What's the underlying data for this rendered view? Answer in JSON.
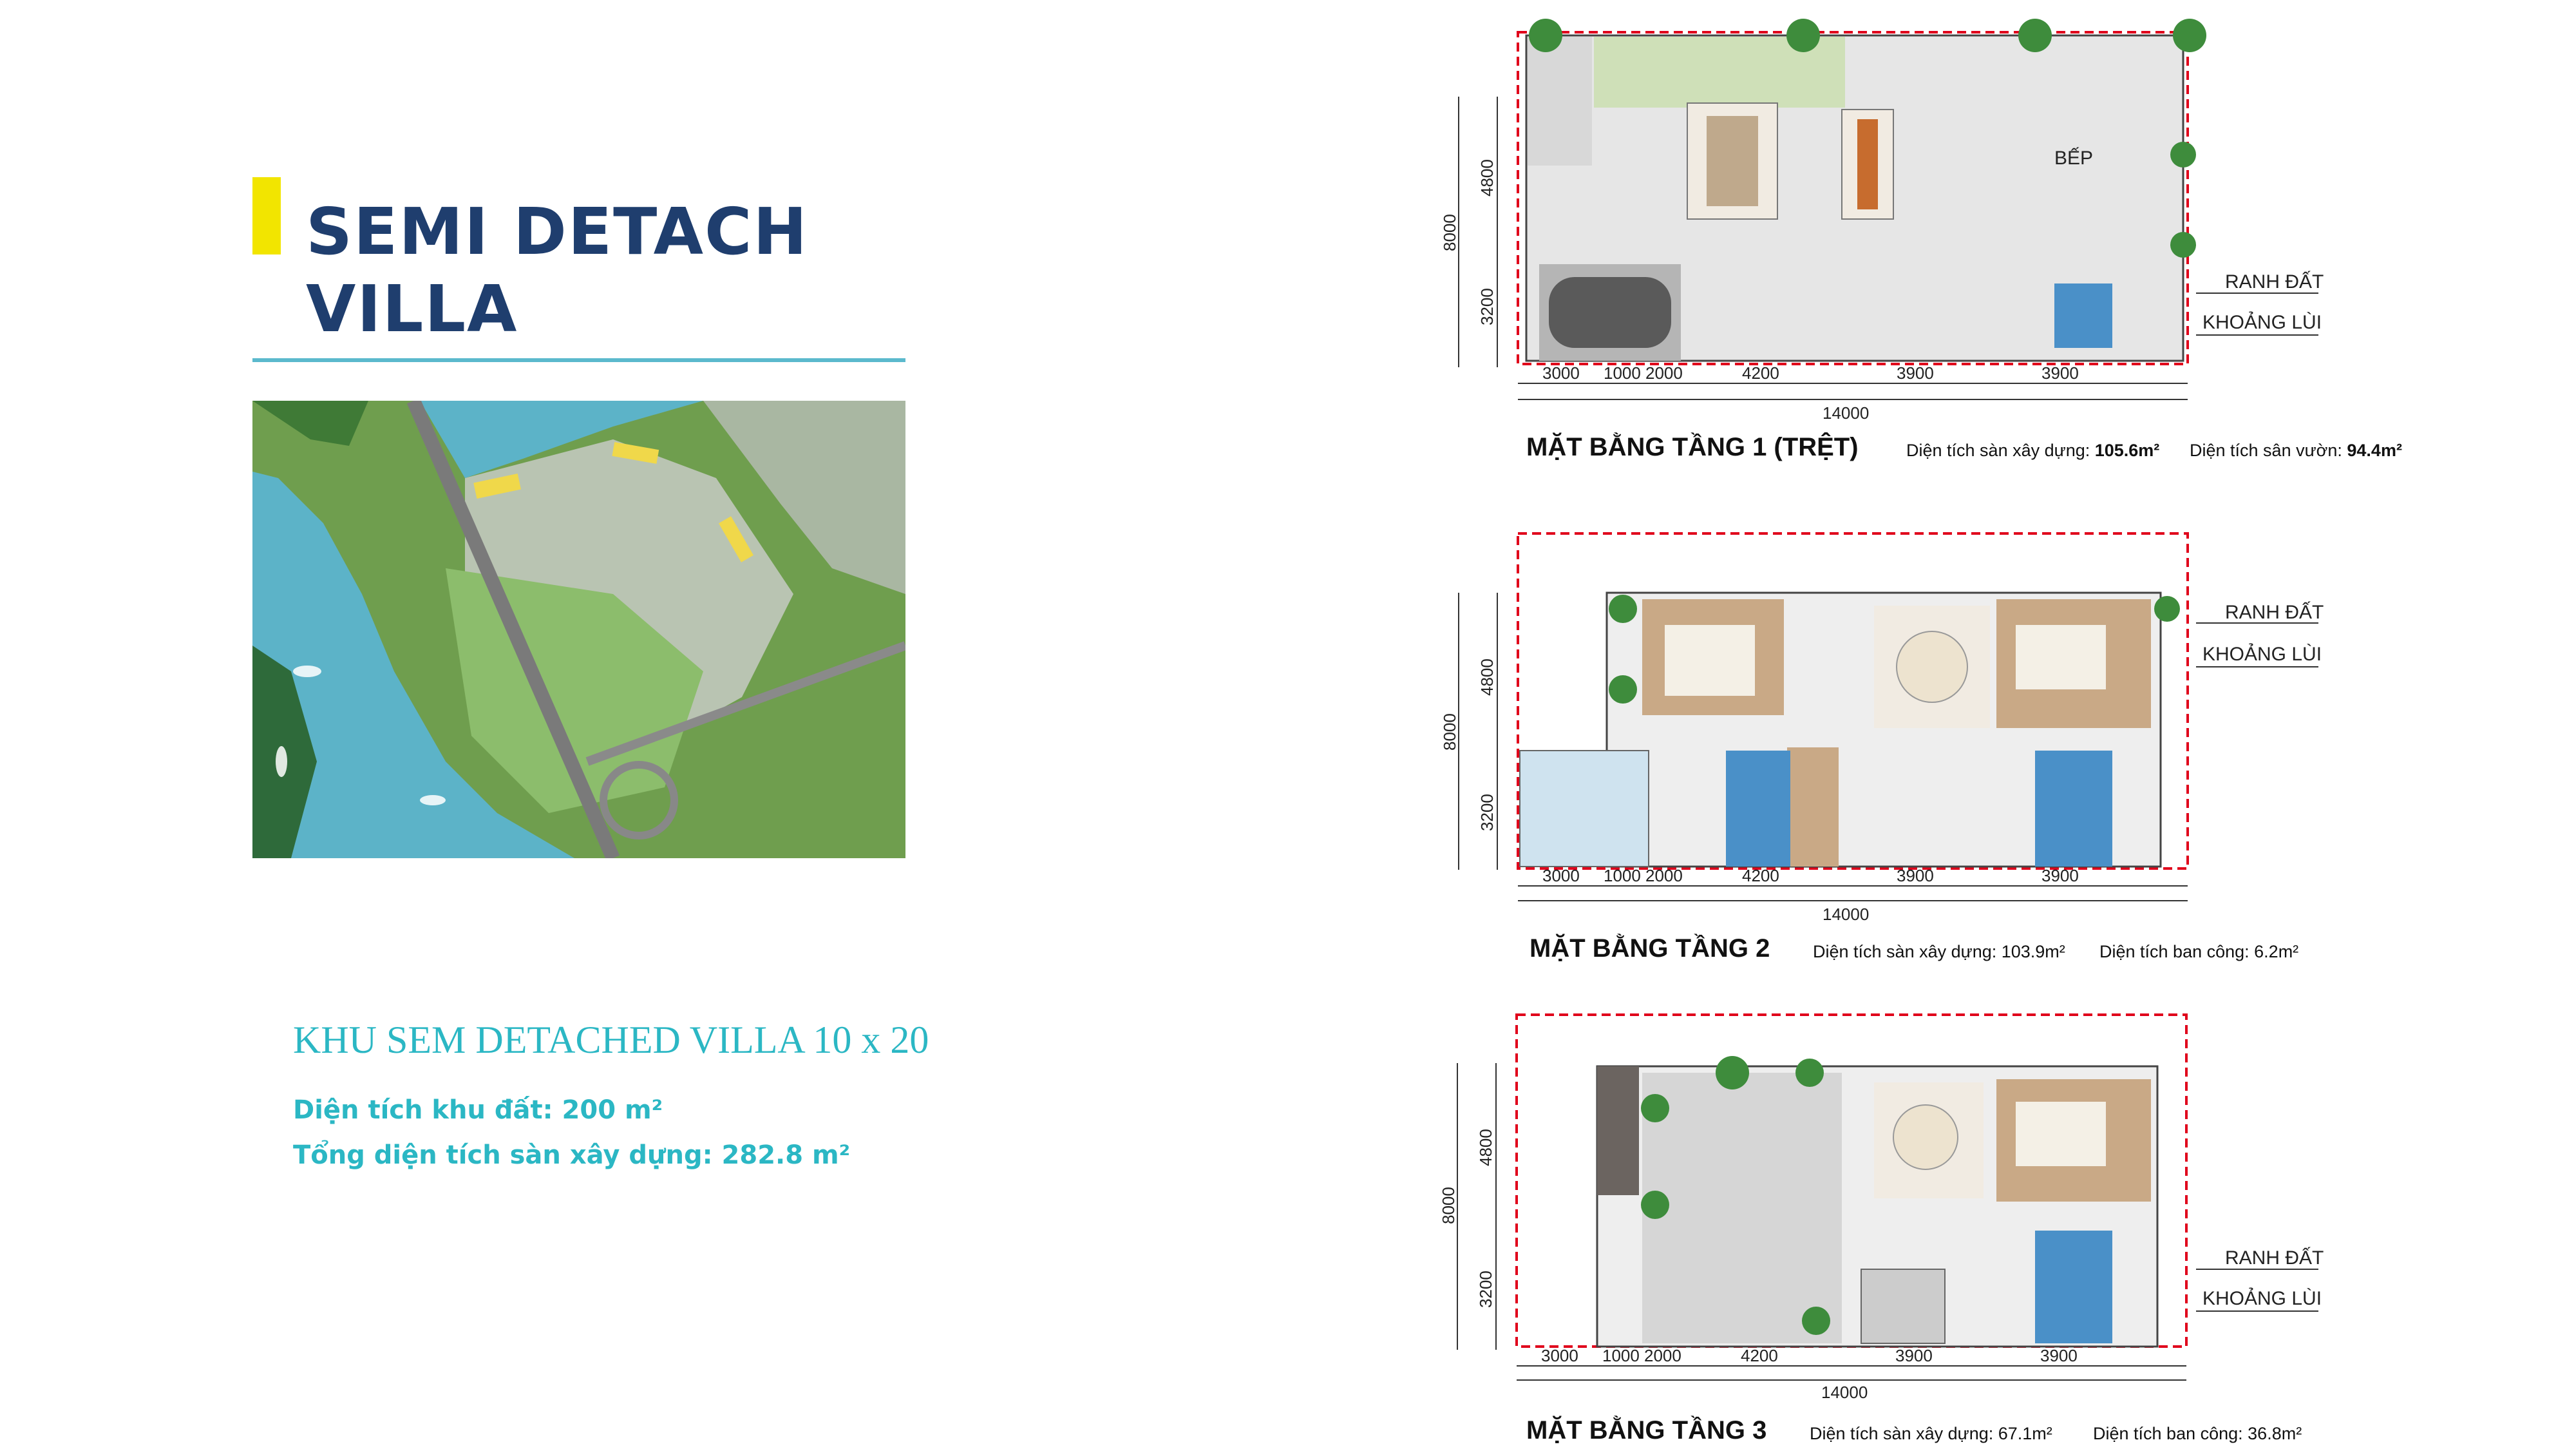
{
  "title": {
    "line1": "SEMI DETACH",
    "line2": "VILLA"
  },
  "heading": "KHU SEM DETACHED VILLA 10 x 20",
  "land_area": "Diện tích khu đất: 200 m²",
  "floor_area": "Tổng diện tích sàn xây dựng: 282.8 m²",
  "colors": {
    "accent": "#f2e500",
    "title": "#1f3e6e",
    "teal": "#2bb7c4",
    "boundary": "#e0001b"
  },
  "plans": [
    {
      "title": "MẶT BẰNG TẦNG 1 (TRỆT)",
      "stat1_label": "Diện tích sàn xây dựng: ",
      "stat1_value": "105.6m²",
      "stat2_label": "Diện tích sân vườn: ",
      "stat2_value": "94.4m²",
      "room_label": "BẾP",
      "tag1": "RANH ĐẤT",
      "tag2": "KHOẢNG LÙI",
      "dims_x": [
        "3000",
        "1000",
        "2000",
        "4200",
        "3900",
        "3900"
      ],
      "total": "14000",
      "dims_y": [
        "4800",
        "3200"
      ],
      "total_y": "8000"
    },
    {
      "title": "MẶT BẰNG TẦNG 2",
      "stat1_label": "Diện tích sàn xây dựng: ",
      "stat1_value": "103.9m²",
      "stat2_label": "Diện tích ban công: ",
      "stat2_value": "6.2m²",
      "tag1": "RANH ĐẤT",
      "tag2": "KHOẢNG LÙI",
      "dims_x": [
        "3000",
        "1000",
        "2000",
        "4200",
        "3900",
        "3900"
      ],
      "total": "14000",
      "dims_y": [
        "4800",
        "3200"
      ],
      "total_y": "8000"
    },
    {
      "title": "MẶT BẰNG TẦNG 3",
      "stat1_label": "Diện tích sàn xây dựng: ",
      "stat1_value": "67.1m²",
      "stat2_label": "Diện tích ban công: ",
      "stat2_value": "36.8m²",
      "tag1": "RANH ĐẤT",
      "tag2": "KHOẢNG LÙI",
      "dims_x": [
        "3000",
        "1000",
        "2000",
        "4200",
        "3900",
        "3900"
      ],
      "total": "14000",
      "dims_y": [
        "4800",
        "3200"
      ],
      "total_y": "8000"
    }
  ]
}
